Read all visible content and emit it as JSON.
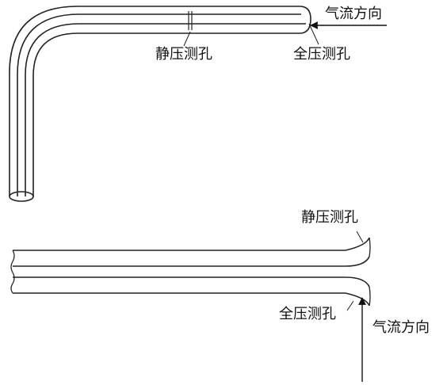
{
  "figure": {
    "top_view": {
      "airflow_label": "气流方向",
      "static_port_label": "静压测孔",
      "total_port_label": "全压测孔"
    },
    "bottom_view": {
      "static_port_label": "静压测孔",
      "total_port_label": "全压测孔",
      "airflow_label": "气流方向"
    }
  }
}
